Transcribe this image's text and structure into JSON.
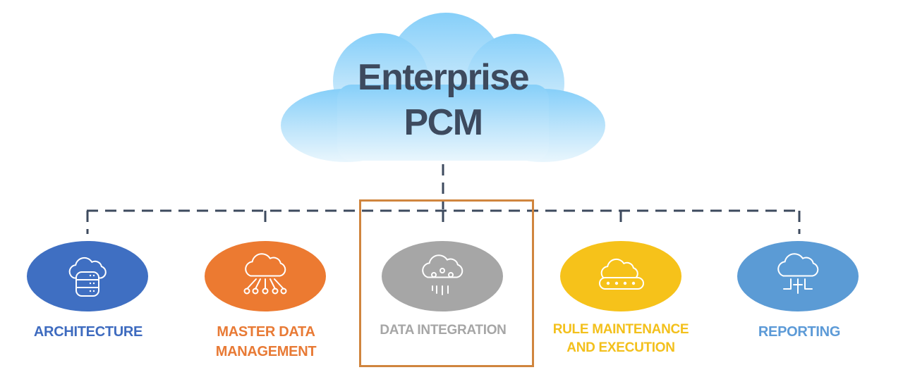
{
  "title": {
    "line1": "Enterprise",
    "line2": "PCM"
  },
  "nodes": [
    {
      "line1": "ARCHITECTURE",
      "line2": "",
      "color": "#3f6fc2",
      "text_color": "#3e6bbf",
      "icon": "cloud-database-icon"
    },
    {
      "line1": "MASTER DATA",
      "line2": "MANAGEMENT",
      "color": "#ec7a31",
      "text_color": "#e87a35",
      "icon": "cloud-network-icon"
    },
    {
      "line1": "DATA INTEGRATION",
      "line2": "",
      "color": "#a6a6a6",
      "text_color": "#a6a6a6",
      "icon": "cloud-circuit-icon"
    },
    {
      "line1": "RULE MAINTENANCE",
      "line2": "AND EXECUTION",
      "color": "#f6c21a",
      "text_color": "#f3c01c",
      "icon": "cloud-dots-icon"
    },
    {
      "line1": "REPORTING",
      "line2": "",
      "color": "#5b9bd5",
      "text_color": "#5c9ad7",
      "icon": "cloud-connect-icon"
    }
  ],
  "colors": {
    "connector": "#3d4a5e",
    "cloud_top": "#8fd3fb",
    "cloud_bottom": "#e6f4fd",
    "highlight": "#d0853e"
  },
  "highlighted_node": "DATA INTEGRATION"
}
